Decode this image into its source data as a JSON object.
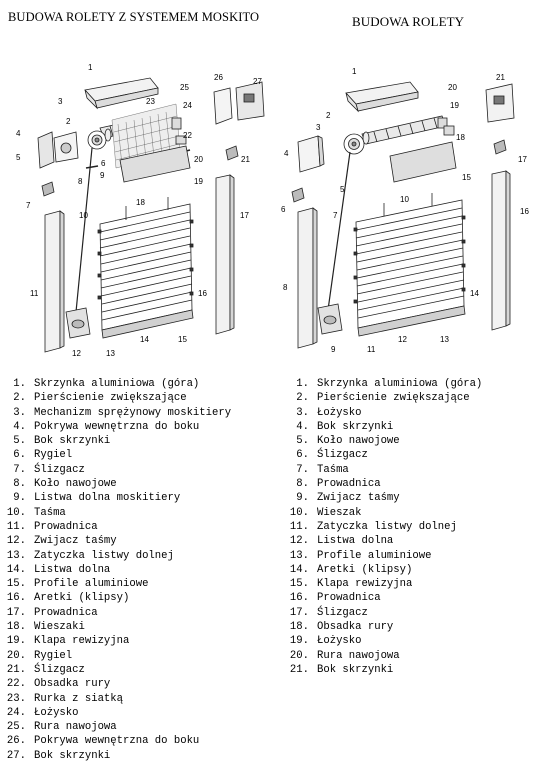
{
  "titles": {
    "left": "BUDOWA ROLETY  Z SYSTEMEM MOSKITO",
    "right": "BUDOWA ROLETY"
  },
  "diagram_labels": {
    "left": [
      "1",
      "2",
      "3",
      "4",
      "5",
      "6",
      "7",
      "8",
      "9",
      "10",
      "11",
      "12",
      "13",
      "14",
      "15",
      "16",
      "17",
      "18",
      "19",
      "20",
      "21",
      "22",
      "23",
      "24",
      "25",
      "26",
      "27"
    ],
    "right": [
      "1",
      "2",
      "3",
      "4",
      "5",
      "6",
      "7",
      "8",
      "9",
      "10",
      "11",
      "12",
      "13",
      "14",
      "15",
      "16",
      "17",
      "18",
      "19",
      "20",
      "21"
    ]
  },
  "legend_left": [
    {
      "num": "1.",
      "text": "Skrzynka aluminiowa (góra)"
    },
    {
      "num": "2.",
      "text": "Pierścienie zwiększające"
    },
    {
      "num": "3.",
      "text": "Mechanizm sprężynowy moskitiery"
    },
    {
      "num": "4.",
      "text": "Pokrywa wewnętrzna do boku"
    },
    {
      "num": "5.",
      "text": "Bok skrzynki"
    },
    {
      "num": "6.",
      "text": "Rygiel"
    },
    {
      "num": "7.",
      "text": "Ślizgacz"
    },
    {
      "num": "8.",
      "text": "Koło nawojowe"
    },
    {
      "num": "9.",
      "text": "Listwa dolna moskitiery"
    },
    {
      "num": "10.",
      "text": "Taśma"
    },
    {
      "num": "11.",
      "text": "Prowadnica"
    },
    {
      "num": "12.",
      "text": "Zwijacz taśmy"
    },
    {
      "num": "13.",
      "text": "Zatyczka listwy dolnej"
    },
    {
      "num": "14.",
      "text": "Listwa dolna"
    },
    {
      "num": "15.",
      "text": "Profile aluminiowe"
    },
    {
      "num": "16.",
      "text": "Aretki (klipsy)"
    },
    {
      "num": "17.",
      "text": "Prowadnica"
    },
    {
      "num": "18.",
      "text": "Wieszaki"
    },
    {
      "num": "19.",
      "text": "Klapa rewizyjna"
    },
    {
      "num": "20.",
      "text": "Rygiel"
    },
    {
      "num": "21.",
      "text": "Ślizgacz"
    },
    {
      "num": "22.",
      "text": "Obsadka rury"
    },
    {
      "num": "23.",
      "text": "Rurka z siatką"
    },
    {
      "num": "24.",
      "text": "Łożysko"
    },
    {
      "num": "25.",
      "text": "Rura nawojowa"
    },
    {
      "num": "26.",
      "text": "Pokrywa wewnętrzna do boku"
    },
    {
      "num": "27.",
      "text": "Bok skrzynki"
    }
  ],
  "legend_right": [
    {
      "num": "1.",
      "text": "Skrzynka aluminiowa (góra)"
    },
    {
      "num": "2.",
      "text": "Pierścienie zwiększające"
    },
    {
      "num": "3.",
      "text": "Łożysko"
    },
    {
      "num": "4.",
      "text": "Bok skrzynki"
    },
    {
      "num": "5.",
      "text": "Koło nawojowe"
    },
    {
      "num": "6.",
      "text": "Ślizgacz"
    },
    {
      "num": "7.",
      "text": "Taśma"
    },
    {
      "num": "8.",
      "text": "Prowadnica"
    },
    {
      "num": "9.",
      "text": "Zwijacz taśmy"
    },
    {
      "num": "10.",
      "text": "Wieszak"
    },
    {
      "num": "11.",
      "text": "Zatyczka listwy dolnej"
    },
    {
      "num": "12.",
      "text": "Listwa dolna"
    },
    {
      "num": "13.",
      "text": "Profile aluminiowe"
    },
    {
      "num": "14.",
      "text": "Aretki (klipsy)"
    },
    {
      "num": "15.",
      "text": "Klapa rewizyjna"
    },
    {
      "num": "16.",
      "text": "Prowadnica"
    },
    {
      "num": "17.",
      "text": "Ślizgacz"
    },
    {
      "num": "18.",
      "text": "Obsadka rury"
    },
    {
      "num": "19.",
      "text": "Łożysko"
    },
    {
      "num": "20.",
      "text": "Rura nawojowa"
    },
    {
      "num": "21.",
      "text": "Bok skrzynki"
    }
  ]
}
